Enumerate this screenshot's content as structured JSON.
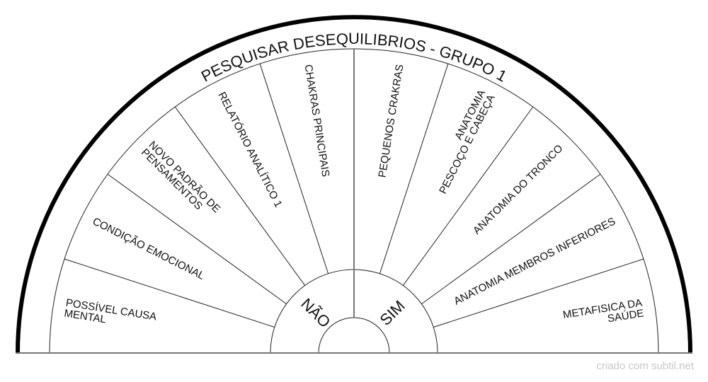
{
  "title": "PESQUISAR DESEQUILIBRIOS - GRUPO 1",
  "center": {
    "left_label": "NÃO",
    "right_label": "SIM"
  },
  "sectors": [
    {
      "lines": [
        "POSSÍVEL CAUSA",
        "MENTAL"
      ]
    },
    {
      "lines": [
        "CONDIÇÃO EMOCIONAL"
      ]
    },
    {
      "lines": [
        "NOVO PADRÃO DE",
        "PENSAMENTOS"
      ]
    },
    {
      "lines": [
        "RELATÓRIO ANALÍTICO 1"
      ]
    },
    {
      "lines": [
        "CHAKRAS PRINCIPAIS"
      ]
    },
    {
      "lines": [
        "PEQUENOS CRAKRAS"
      ]
    },
    {
      "lines": [
        "ANATOMIA",
        "PESCOÇO E CABEÇA"
      ]
    },
    {
      "lines": [
        "ANATOMIA DO TRONCO"
      ]
    },
    {
      "lines": [
        "ANATOMIA MEMBROS INFERIORES"
      ]
    },
    {
      "lines": [
        "METAFISICA DA",
        "SAÚDE"
      ]
    }
  ],
  "footer": "criado com subtil.net",
  "colors": {
    "outer_arc": "#000000",
    "lines": "#222222",
    "center_line": "#777777",
    "footer": "#c8c8c8"
  }
}
